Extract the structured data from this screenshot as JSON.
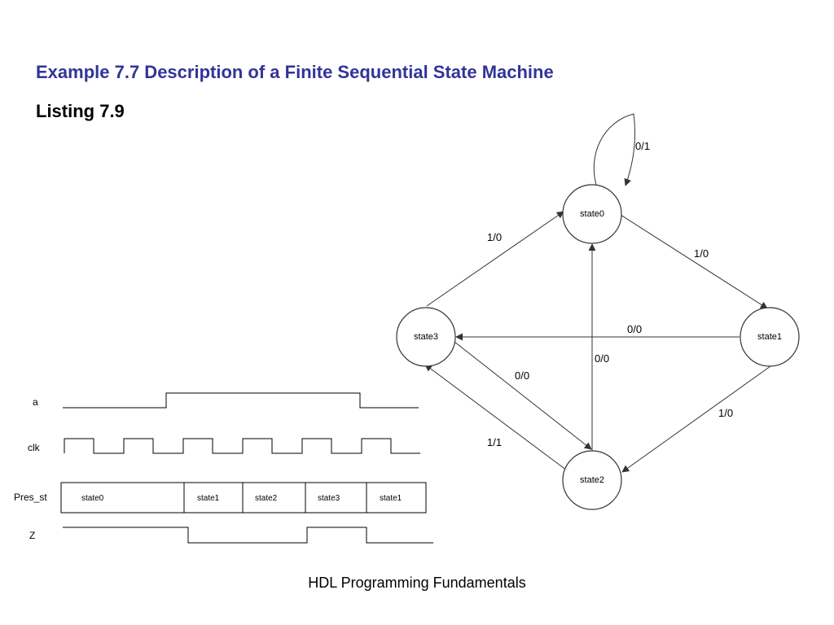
{
  "slide": {
    "title": "Example 7.7 Description of a Finite Sequential State Machine",
    "subtitle": "Listing 7.9",
    "footer": "HDL Programming Fundamentals"
  },
  "colors": {
    "title": "#333399",
    "line": "#333333"
  },
  "state_diagram": {
    "states": [
      "state0",
      "state1",
      "state2",
      "state3"
    ],
    "transitions": [
      {
        "from": "state0",
        "to": "state0",
        "label": "0/1"
      },
      {
        "from": "state3",
        "to": "state0",
        "label": "1/0"
      },
      {
        "from": "state0",
        "to": "state1",
        "label": "1/0"
      },
      {
        "from": "state1",
        "to": "state3",
        "label": "0/0"
      },
      {
        "from": "state2",
        "to": "state0",
        "label": "0/0"
      },
      {
        "from": "state3",
        "to": "state2",
        "label": "0/0"
      },
      {
        "from": "state2",
        "to": "state3",
        "label": "1/1"
      },
      {
        "from": "state1",
        "to": "state2",
        "label": "1/0"
      }
    ]
  },
  "timing_diagram": {
    "signals": [
      "a",
      "clk",
      "Pres_st",
      "Z"
    ],
    "pres_st_values": [
      "state0",
      "state1",
      "state2",
      "state3",
      "state1"
    ]
  }
}
